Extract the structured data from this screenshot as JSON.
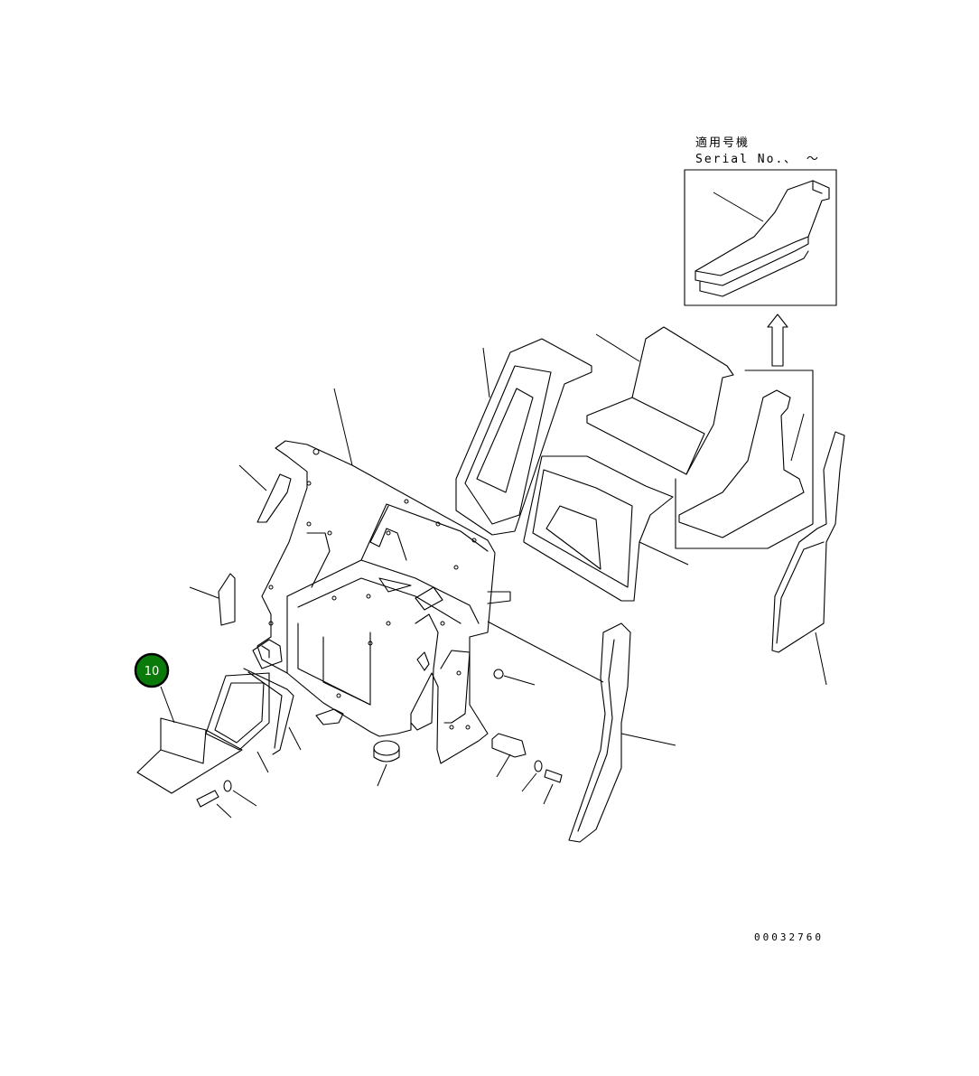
{
  "serial_label": {
    "line1": "適用号機",
    "line2": "Serial No.",
    "range_symbols": "、 〜"
  },
  "document_number": "00032760",
  "callouts": [
    {
      "label": "10",
      "color": "#0a7a0a"
    }
  ]
}
